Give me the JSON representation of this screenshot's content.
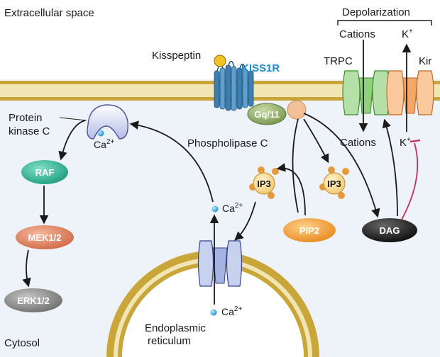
{
  "regions": {
    "extracellular": "Extracellular space",
    "cytosol": "Cytosol",
    "er_line1": "Endoplasmic",
    "er_line2": "reticulum"
  },
  "depolarization": "Depolarization",
  "receptor": {
    "ligand": "Kisspeptin",
    "name": "KISS1R"
  },
  "gprotein": "Gq/11",
  "plc": "Phospholipase C",
  "pkc": {
    "line1": "Protein",
    "line2": "kinase C"
  },
  "kinases": [
    "RAF",
    "MEK1/2",
    "ERK1/2"
  ],
  "messengers": {
    "ip3": "IP3",
    "pip2": "PIP2",
    "dag": "DAG"
  },
  "calcium": {
    "base": "Ca",
    "charge": "2+"
  },
  "channels": {
    "trpc": "TRPC",
    "kir": "Kir"
  },
  "ions": {
    "cations": "Cations",
    "k_base": "K",
    "k_charge": "+"
  },
  "colors": {
    "membrane": "#c9a63a",
    "cytosol_fill": "#eef2f9",
    "receptor": "#4a8fc0",
    "receptor_label": "#1e8bc3",
    "trpc": "#7fc46f",
    "kir": "#f0a060",
    "pkc": "#c0c8e8",
    "raf": "#2fb597",
    "mek": "#e07e5a",
    "erk": "#888888",
    "pip2": "#f29a2e",
    "dag": "#1a1a1a",
    "ca_dot": "#2aa5e0",
    "inhibit": "#c0305a"
  }
}
